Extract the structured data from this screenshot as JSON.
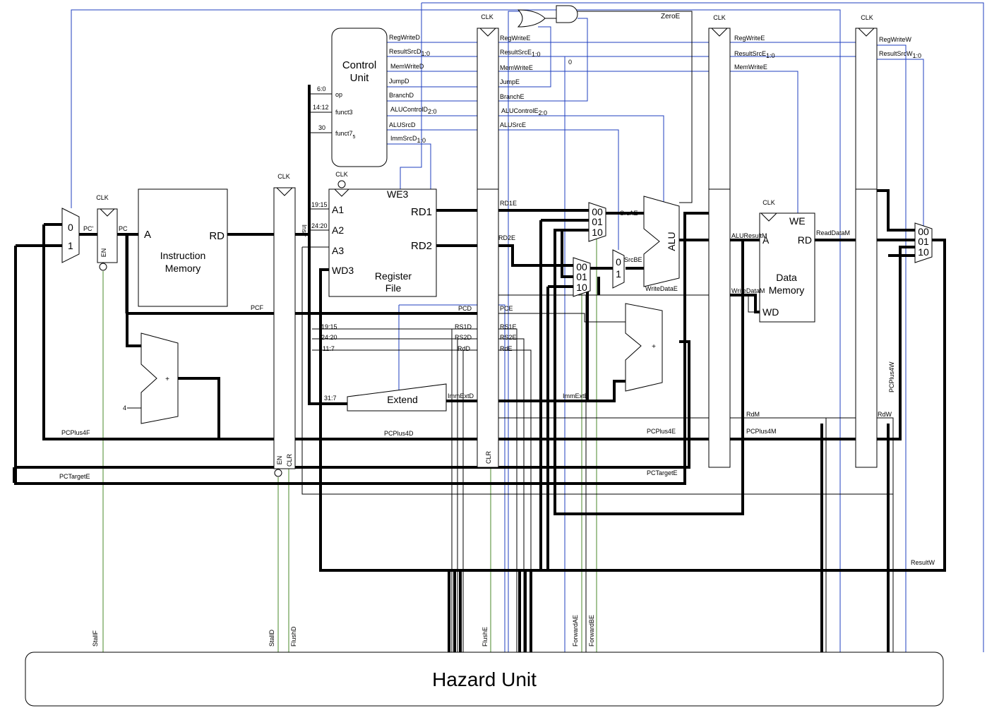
{
  "hazard_unit": {
    "label": "Hazard Unit"
  },
  "control_unit": {
    "title_line1": "Control",
    "title_line2": "Unit",
    "in_op": "op",
    "in_funct3": "funct3",
    "in_funct7": "funct7",
    "in_funct7_sub": "5",
    "bits_op": "6:0",
    "bits_funct3": "14:12",
    "bits_funct7": "30"
  },
  "control_outputs": {
    "regwrite": "RegWriteD",
    "resultsrc": "ResultSrcD",
    "resultsrc_sub": "1:0",
    "memwrite": "MemWriteD",
    "jump": "JumpD",
    "branch": "BranchD",
    "alucontrol": "ALUControlD",
    "alucontrol_sub": "2:0",
    "alusrc": "ALUSrcD",
    "immsrc": "ImmSrcD",
    "immsrc_sub": "1:0"
  },
  "execute_ctrl": {
    "regwrite": "RegWriteE",
    "resultsrc": "ResultSrcE",
    "resultsrc_sub": "1:0",
    "memwrite": "MemWriteE",
    "jump": "JumpE",
    "branch": "BranchE",
    "alucontrol": "ALUControlE",
    "alucontrol_sub": "2:0",
    "alusrc": "ALUSrcE"
  },
  "memory_ctrl": {
    "regwrite": "RegWriteE",
    "resultsrc": "ResultSrcE",
    "resultsrc_sub": "1:0",
    "memwrite": "MemWriteE"
  },
  "writeback_ctrl": {
    "regwrite": "RegWriteW",
    "resultsrc": "ResultSrcW",
    "resultsrc_sub": "1:0"
  },
  "clk": "CLK",
  "en": "EN",
  "clr": "CLR",
  "instruction_memory": {
    "line1": "Instruction",
    "line2": "Memory",
    "port_a": "A",
    "port_rd": "RD"
  },
  "register_file": {
    "line1": "Register",
    "line2": "File",
    "we3": "WE3",
    "a1": "A1",
    "a2": "A2",
    "a3": "A3",
    "wd3": "WD3",
    "rd1": "RD1",
    "rd2": "RD2",
    "bits_a1": "19:15",
    "bits_a2": "24:20"
  },
  "data_memory": {
    "line1": "Data",
    "line2": "Memory",
    "we": "WE",
    "a": "A",
    "rd": "RD",
    "wd": "WD"
  },
  "extend": {
    "label": "Extend",
    "bits": "31:7"
  },
  "alu": {
    "label": "ALU"
  },
  "adder": {
    "plus": "+",
    "four": "4"
  },
  "mux": {
    "zero": "0",
    "one": "1",
    "s00": "00",
    "s01": "01",
    "s10": "10"
  },
  "signals": {
    "pc_prime": "PC'",
    "pc": "PC",
    "instr": "Instr",
    "pcf": "PCF",
    "pcd": "PCD",
    "pce": "PCE",
    "pcplus4f": "PCPlus4F",
    "pcplus4d": "PCPlus4D",
    "pcplus4e": "PCPlus4E",
    "pcplus4m": "PCPlus4M",
    "pcplus4w": "PCPlus4W",
    "pctargete": "PCTargetE",
    "rd1e": "RD1E",
    "rd2e": "RD2E",
    "srcae": "SrcAE",
    "srcbe": "SrcBE",
    "writedatae": "WriteDataE",
    "writedatam": "WriteDataM",
    "aluresultm": "ALUResultM",
    "readdatam": "ReadDataM",
    "resultw": "ResultW",
    "zeroe": "ZeroE",
    "zero_const": "0",
    "immextd": "ImmExtD",
    "immexte": "ImmExtE",
    "rs1d": "RS1D",
    "rs2d": "RS2D",
    "rdd": "RdD",
    "rs1e": "RS1E",
    "rs2e": "RS2E",
    "rde": "RdE",
    "rdm": "RdM",
    "rdw": "RdW",
    "bits_rs1": "19:15",
    "bits_rs2": "24:20",
    "bits_rd": "11:7"
  },
  "hazard_signals": {
    "stallf": "StallF",
    "stalld": "StallD",
    "flushd": "FlushD",
    "flushe": "FlushE",
    "forwardae": "ForwardAE",
    "forwardbe": "ForwardBE"
  }
}
